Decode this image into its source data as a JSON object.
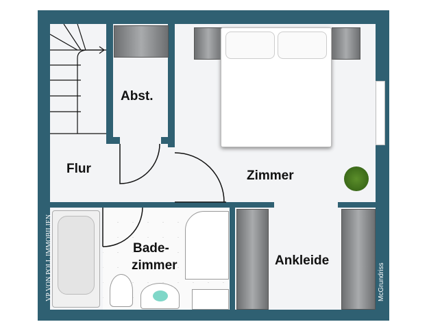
{
  "rooms": {
    "storage": "Abst.",
    "hall": "Flur",
    "bedroom": "Zimmer",
    "bathroom_line1": "Bade-",
    "bathroom_line2": "zimmer",
    "dressing": "Ankleide"
  },
  "branding": {
    "logo": "VP VON POLL IMMOBILIEN",
    "credit": "McGrundriss"
  },
  "colors": {
    "wall": "#2f6072",
    "floor": "#f3f4f6"
  }
}
